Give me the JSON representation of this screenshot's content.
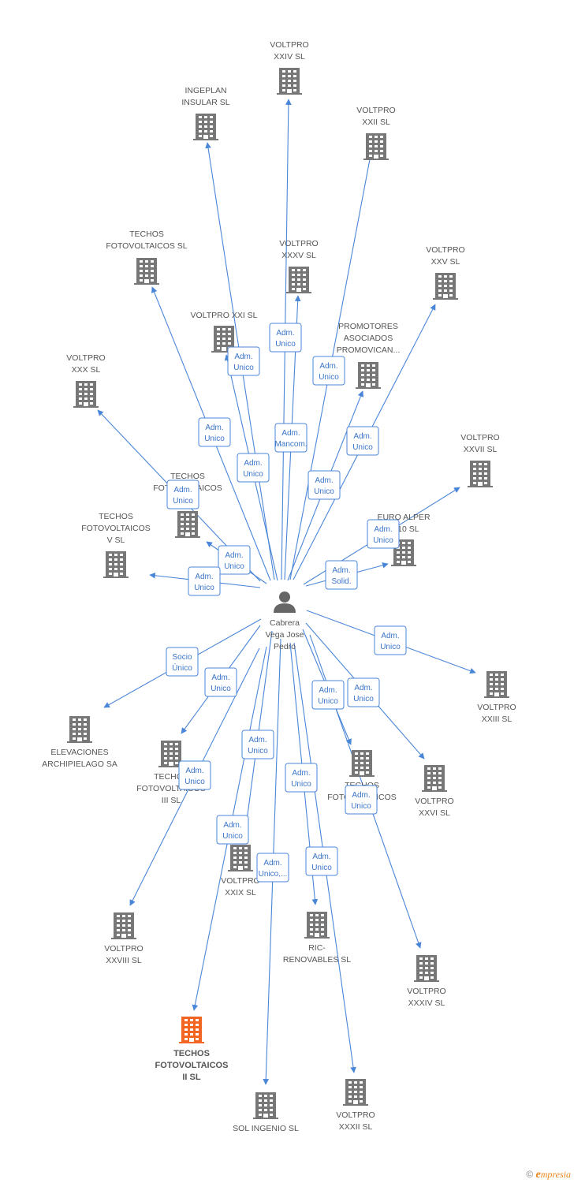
{
  "colors": {
    "edge": "#4a86d8",
    "node": "#777777",
    "highlight": "#f26522",
    "person": "#666666"
  },
  "center": {
    "label": [
      "Cabrera",
      "Vega Jose",
      "Pedro"
    ],
    "icon": "person-icon"
  },
  "companies": [
    {
      "id": "voltpro-xxiv",
      "label": [
        "VOLTPRO",
        "XXIV SL"
      ],
      "highlight": false
    },
    {
      "id": "ingeplan",
      "label": [
        "INGEPLAN",
        "INSULAR SL"
      ],
      "highlight": false
    },
    {
      "id": "voltpro-xxii",
      "label": [
        "VOLTPRO",
        "XXII SL"
      ],
      "highlight": false
    },
    {
      "id": "techos-fotovoltaicos",
      "label": [
        "TECHOS",
        "FOTOVOLTAICOS SL"
      ],
      "highlight": false
    },
    {
      "id": "voltpro-xxxv",
      "label": [
        "VOLTPRO",
        "XXXV SL"
      ],
      "highlight": false
    },
    {
      "id": "voltpro-xxv",
      "label": [
        "VOLTPRO",
        "XXV SL"
      ],
      "highlight": false
    },
    {
      "id": "voltpro-xxi",
      "label": [
        "VOLTPRO XXI SL"
      ],
      "highlight": false
    },
    {
      "id": "promotores",
      "label": [
        "PROMOTORES",
        "ASOCIADOS",
        "PROMOVICAN..."
      ],
      "highlight": false
    },
    {
      "id": "voltpro-xxx",
      "label": [
        "VOLTPRO",
        "XXX SL"
      ],
      "highlight": false
    },
    {
      "id": "voltpro-xxvii",
      "label": [
        "VOLTPRO",
        "XXVII SL"
      ],
      "highlight": false
    },
    {
      "id": "techos-iv",
      "label": [
        "TECHOS",
        "FOTOVOLTAICOS"
      ],
      "highlight": false
    },
    {
      "id": "euro-alper",
      "label": [
        "EURO ALPER",
        "2010 SL"
      ],
      "highlight": false
    },
    {
      "id": "techos-v",
      "label": [
        "TECHOS",
        "FOTOVOLTAICOS",
        "V SL"
      ],
      "highlight": false
    },
    {
      "id": "voltpro-xxiii",
      "label": [
        "VOLTPRO",
        "XXIII SL"
      ],
      "highlight": false
    },
    {
      "id": "elevaciones",
      "label": [
        "ELEVACIONES",
        "ARCHIPIELAGO SA"
      ],
      "highlight": false
    },
    {
      "id": "techos-iii",
      "label": [
        "TECHOS",
        "FOTOVOLTAICOS",
        "III SL"
      ],
      "highlight": false
    },
    {
      "id": "techos-vi",
      "label": [
        "TECHOS",
        "FOTOVOLTAICOS"
      ],
      "highlight": false
    },
    {
      "id": "voltpro-xxvi",
      "label": [
        "VOLTPRO",
        "XXVI SL"
      ],
      "highlight": false
    },
    {
      "id": "voltpro-xxix",
      "label": [
        "VOLTPRO",
        "XXIX SL"
      ],
      "highlight": false
    },
    {
      "id": "voltpro-xxviii",
      "label": [
        "VOLTPRO",
        "XXVIII SL"
      ],
      "highlight": false
    },
    {
      "id": "ric",
      "label": [
        "RIC-",
        "RENOVABLES SL"
      ],
      "highlight": false
    },
    {
      "id": "voltpro-xxxiv",
      "label": [
        "VOLTPRO",
        "XXXIV SL"
      ],
      "highlight": false
    },
    {
      "id": "techos-ii",
      "label": [
        "TECHOS",
        "FOTOVOLTAICOS",
        "II SL"
      ],
      "highlight": true
    },
    {
      "id": "sol-ingenio",
      "label": [
        "SOL INGENIO SL"
      ],
      "highlight": false
    },
    {
      "id": "voltpro-xxxii",
      "label": [
        "VOLTPRO",
        "XXXII SL"
      ],
      "highlight": false
    }
  ],
  "relations": [
    {
      "to": "voltpro-xxiv",
      "badge": [
        "Adm.",
        "Unico"
      ]
    },
    {
      "to": "ingeplan",
      "badge": [
        "Adm.",
        "Unico"
      ]
    },
    {
      "to": "voltpro-xxii",
      "badge": [
        "Adm.",
        "Unico"
      ]
    },
    {
      "to": "techos-fotovoltaicos",
      "badge": [
        "Adm.",
        "Unico"
      ]
    },
    {
      "to": "voltpro-xxxv",
      "badge": [
        "Adm.",
        "Mancom."
      ]
    },
    {
      "to": "voltpro-xxv",
      "badge": [
        "Adm.",
        "Unico"
      ]
    },
    {
      "to": "voltpro-xxi",
      "badge": [
        "Adm.",
        "Unico"
      ]
    },
    {
      "to": "promotores",
      "badge": [
        "Adm.",
        "Unico"
      ]
    },
    {
      "to": "voltpro-xxx",
      "badge": [
        "Adm.",
        "Unico"
      ]
    },
    {
      "to": "voltpro-xxvii",
      "badge": [
        "Adm.",
        "Unico"
      ]
    },
    {
      "to": "techos-iv",
      "badge": [
        "Adm.",
        "Unico"
      ]
    },
    {
      "to": "euro-alper",
      "badge": [
        "Adm.",
        "Solid."
      ]
    },
    {
      "to": "techos-v",
      "badge": [
        "Adm.",
        "Unico"
      ]
    },
    {
      "to": "voltpro-xxiii",
      "badge": [
        "Adm.",
        "Unico"
      ]
    },
    {
      "to": "elevaciones",
      "badge": [
        "Socio",
        "Único"
      ]
    },
    {
      "to": "techos-iii",
      "badge": [
        "Adm.",
        "Unico"
      ]
    },
    {
      "to": "techos-vi",
      "badge": [
        "Adm.",
        "Unico"
      ]
    },
    {
      "to": "voltpro-xxvi",
      "badge": [
        "Adm.",
        "Unico"
      ]
    },
    {
      "to": "voltpro-xxix",
      "badge": [
        "Adm.",
        "Unico"
      ]
    },
    {
      "to": "voltpro-xxviii",
      "badge": [
        "Adm.",
        "Unico"
      ]
    },
    {
      "to": "ric",
      "badge": [
        "Adm.",
        "Unico"
      ]
    },
    {
      "to": "voltpro-xxxiv",
      "badge": [
        "Adm.",
        "Unico"
      ]
    },
    {
      "to": "techos-ii",
      "badge": [
        "Adm.",
        "Unico"
      ]
    },
    {
      "to": "sol-ingenio",
      "badge": [
        "Adm.",
        "Unico,..."
      ]
    },
    {
      "to": "voltpro-xxxii",
      "badge": [
        "Adm.",
        "Unico"
      ]
    }
  ],
  "footer": {
    "copyright": "©",
    "brand_initial": "e",
    "brand_rest": "mpresia"
  }
}
